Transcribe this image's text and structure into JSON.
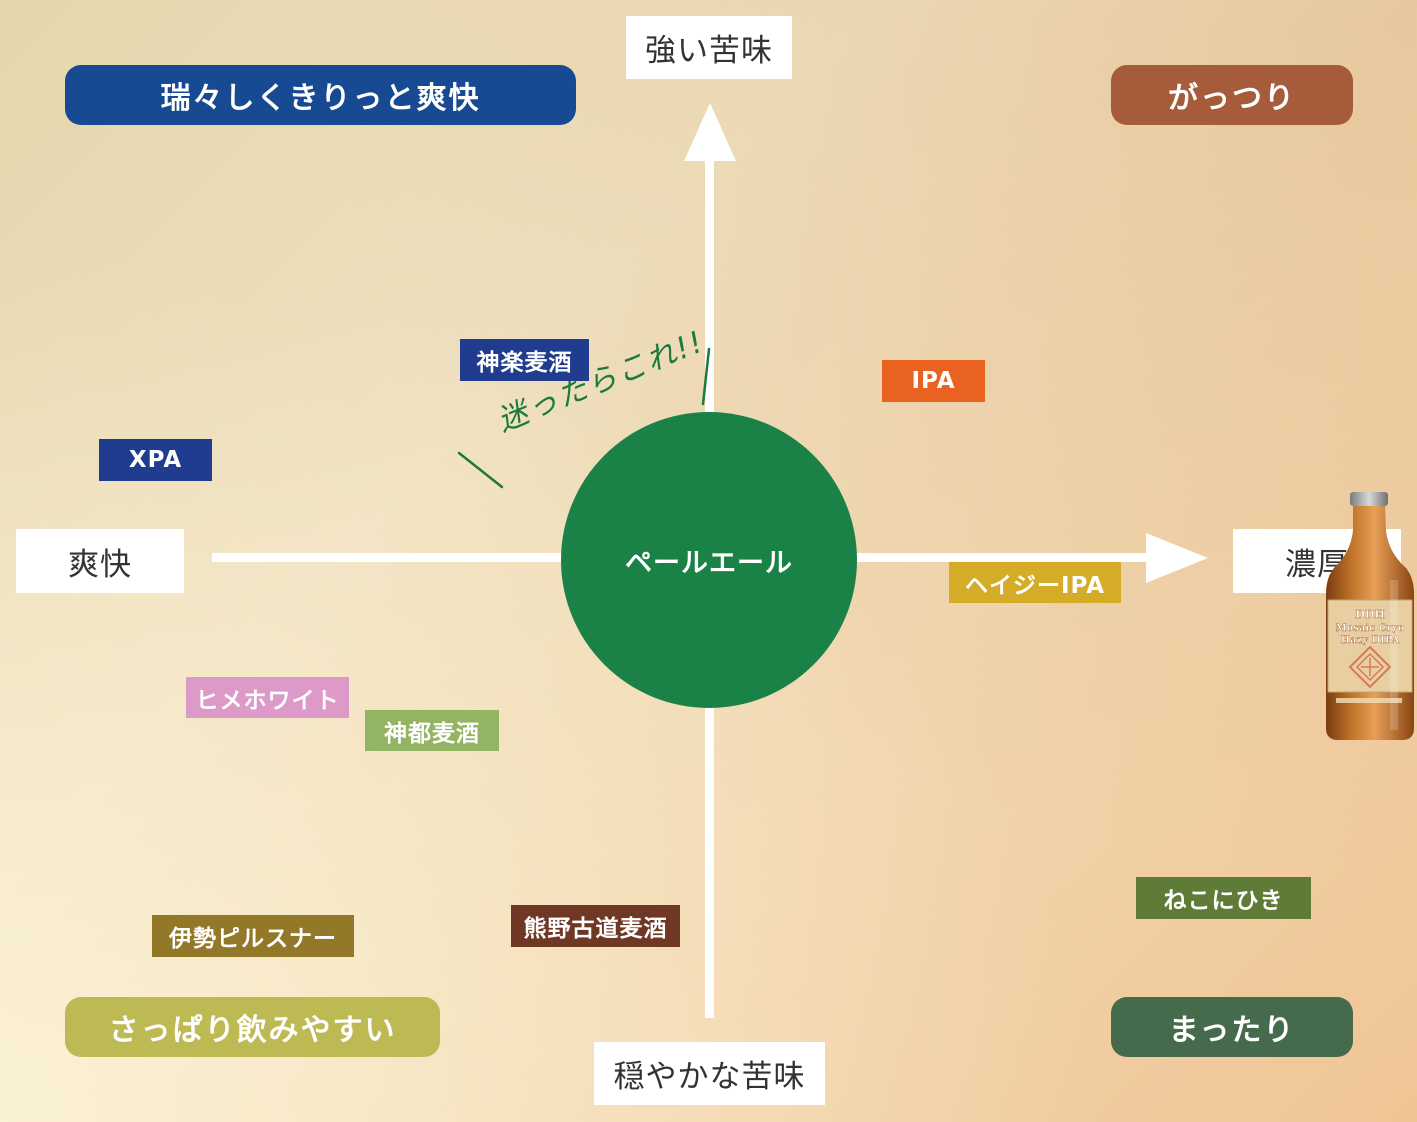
{
  "axes": {
    "top": "強い苦味",
    "bottom": "穏やかな苦味",
    "left": "爽快",
    "right": "濃厚"
  },
  "quadrants": {
    "top_left": {
      "label": "瑞々しくきりっと爽快",
      "color": "#184a93"
    },
    "top_right": {
      "label": "がっつり",
      "color": "#a65b3a"
    },
    "bottom_left": {
      "label": "さっぱり飲みやすい",
      "color": "#bdb953"
    },
    "bottom_right": {
      "label": "まったり",
      "color": "#456a4c"
    }
  },
  "center": {
    "label": "ペールエール",
    "color": "#1a8247"
  },
  "callout": {
    "text": "迷ったらこれ!!",
    "color": "#1a7a3c"
  },
  "beers": [
    {
      "id": "kagura",
      "label": "神楽麦酒",
      "color": "#1f3c8e"
    },
    {
      "id": "xpa",
      "label": "XPA",
      "color": "#1f3c8e"
    },
    {
      "id": "ipa",
      "label": "IPA",
      "color": "#e9621f"
    },
    {
      "id": "hazy-ipa",
      "label": "ヘイジーIPA",
      "color": "#d4ac27"
    },
    {
      "id": "hime-white",
      "label": "ヒメホワイト",
      "color": "#dd9ac8"
    },
    {
      "id": "kamito",
      "label": "神都麦酒",
      "color": "#93b462"
    },
    {
      "id": "ise-pilsner",
      "label": "伊勢ピルスナー",
      "color": "#94782a"
    },
    {
      "id": "kumano",
      "label": "熊野古道麦酒",
      "color": "#6e3824"
    },
    {
      "id": "nekonihiki",
      "label": "ねこにひき",
      "color": "#5f7b38"
    }
  ],
  "bottle": {
    "label_lines": [
      "DDH",
      "Mosaic Cryo",
      "Hazy DIPA"
    ],
    "icon": "beer-bottle-icon"
  }
}
